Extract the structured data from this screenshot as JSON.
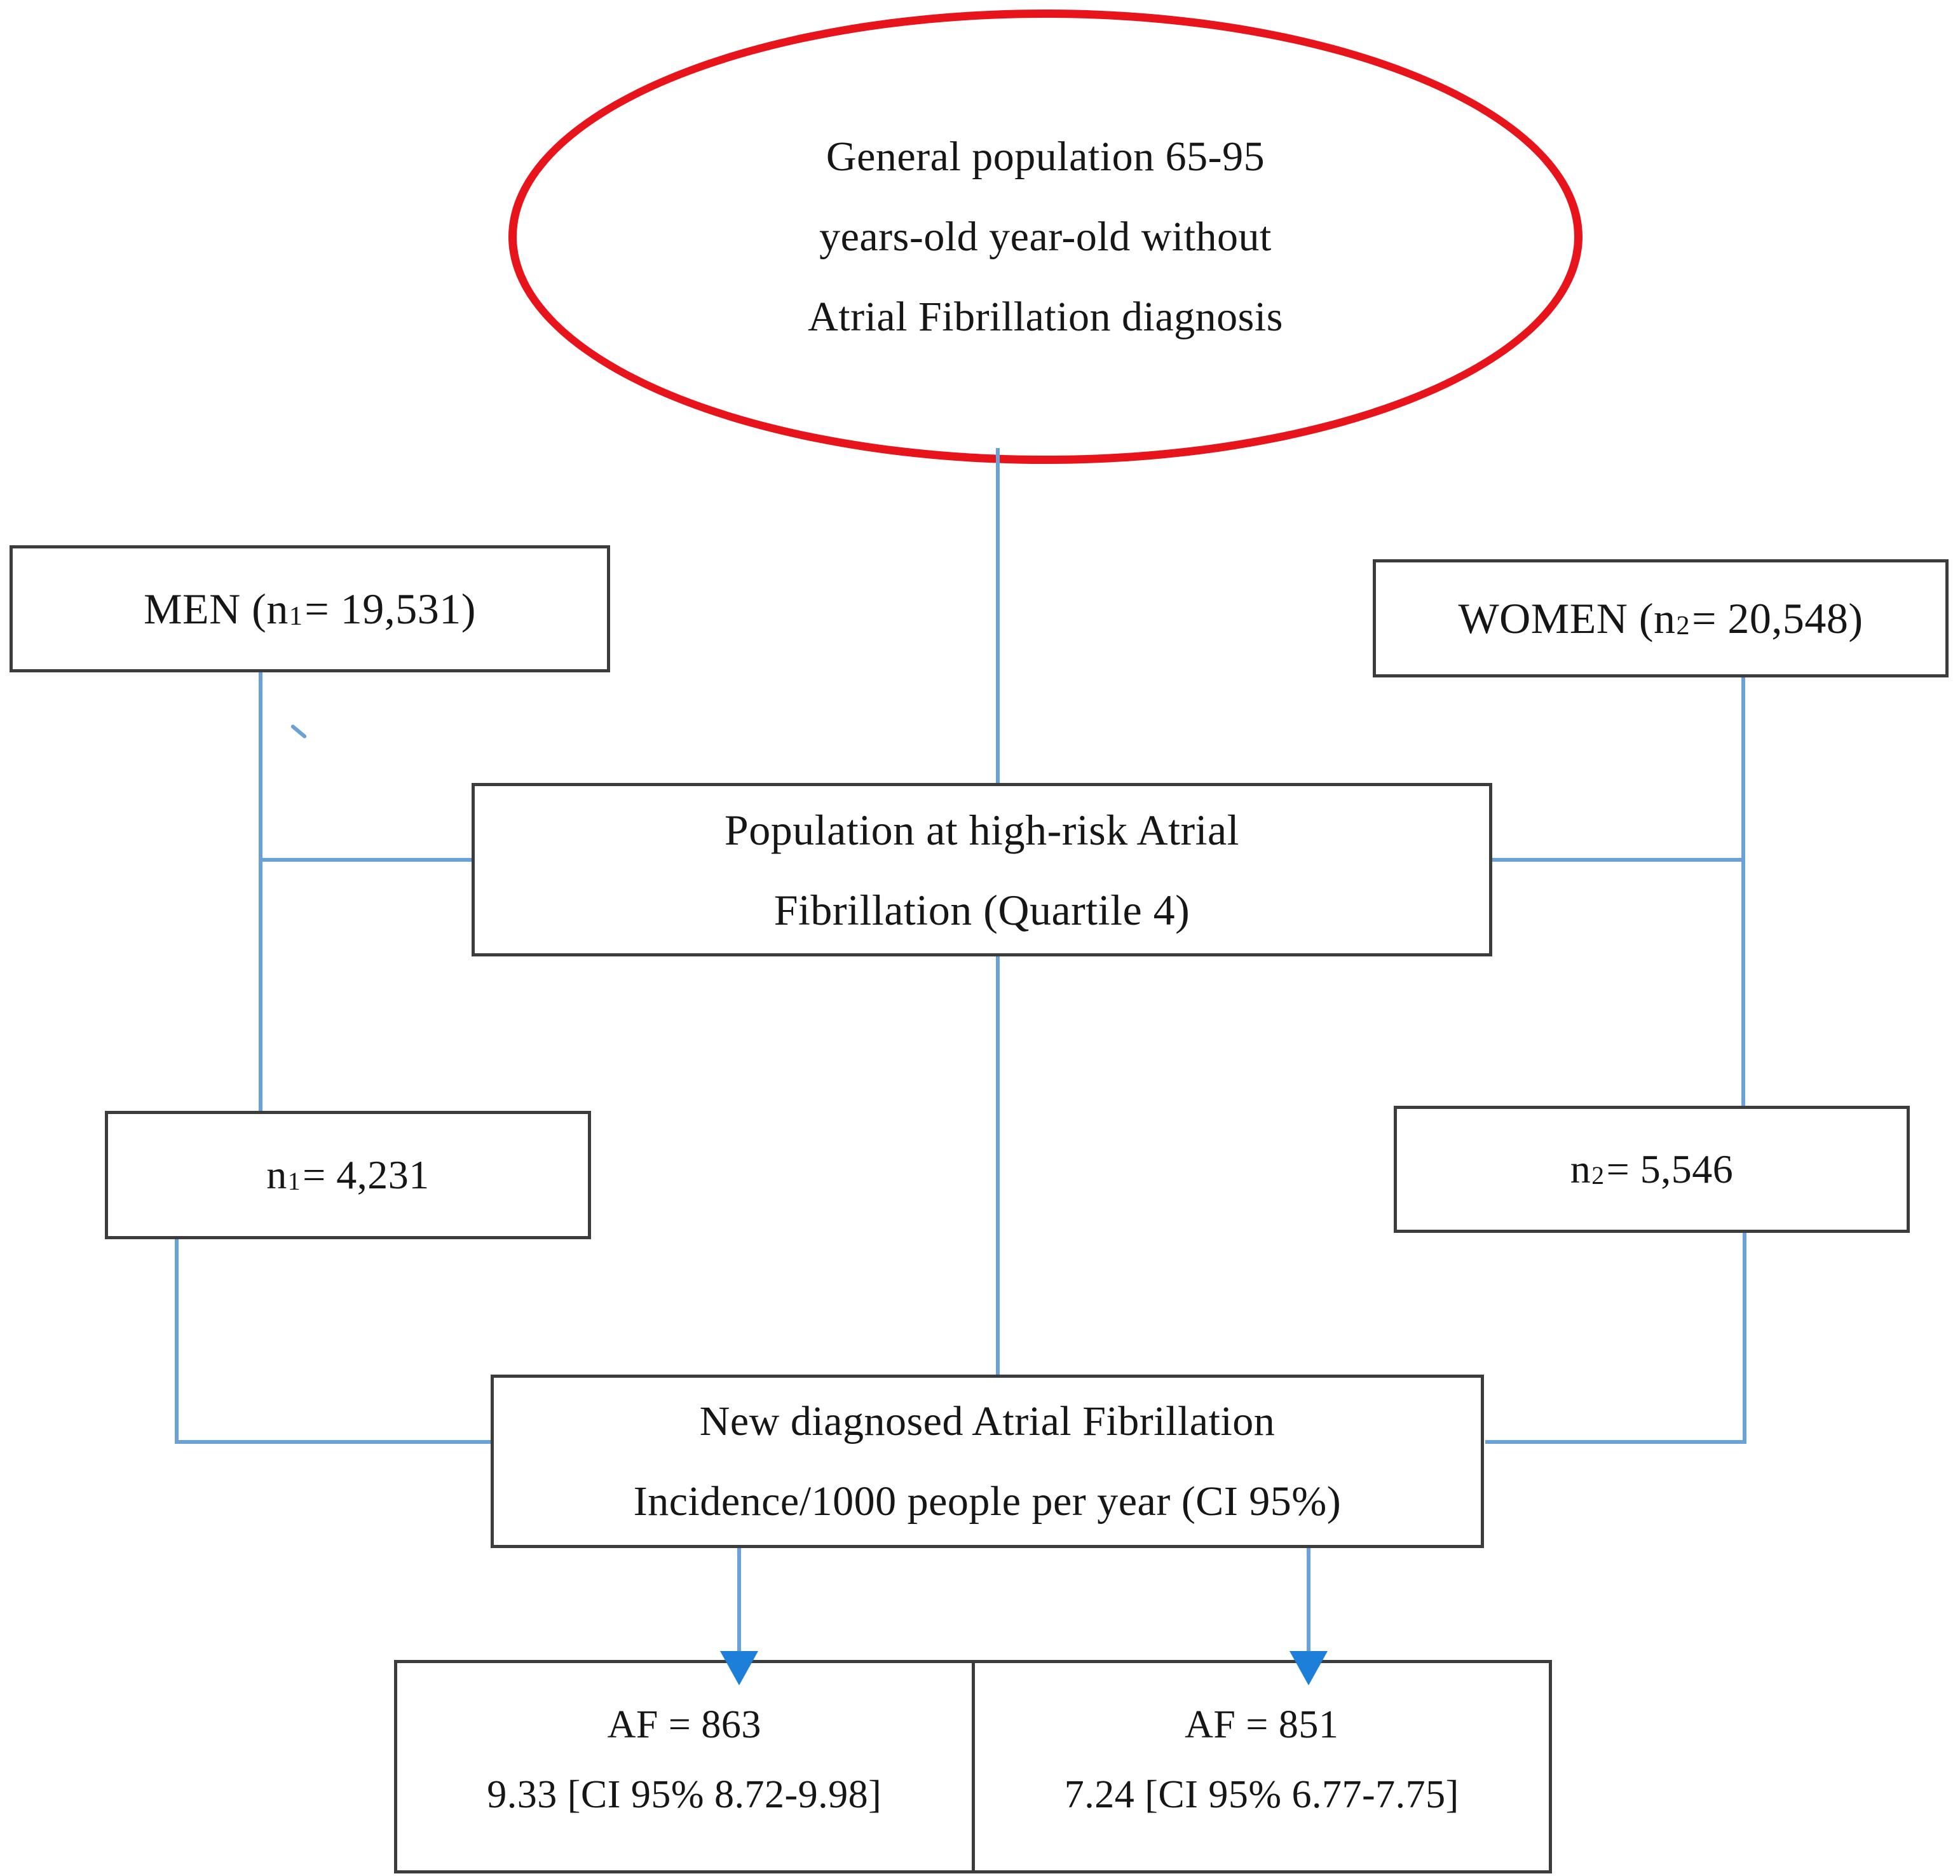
{
  "ellipse": {
    "lines": [
      "General population 65-95",
      "years-old year-old without",
      "Atrial Fibrillation diagnosis"
    ]
  },
  "boxes": {
    "men": {
      "pre": "MEN (n",
      "sub": "1",
      "post": "= 19,531)"
    },
    "women": {
      "pre": "WOMEN (n",
      "sub": "2",
      "post": "= 20,548)"
    },
    "high_risk": {
      "lines": [
        "Population at high-risk Atrial",
        "Fibrillation (Quartile 4)"
      ]
    },
    "n1": {
      "pre": "n",
      "sub": "1",
      "post": "= 4,231"
    },
    "n2": {
      "pre": "n",
      "sub": "2",
      "post": "= 5,546"
    },
    "incidence": {
      "lines": [
        "New diagnosed Atrial Fibrillation",
        "Incidence/1000 people per year (CI 95%)"
      ]
    },
    "af_men": {
      "lines": [
        "AF = 863",
        "9.33 [CI 95% 8.72-9.98]"
      ]
    },
    "af_women": {
      "lines": [
        "AF = 851",
        "7.24 [CI 95% 6.77-7.75]"
      ]
    }
  },
  "colors": {
    "ellipse_red": "#e8141c",
    "connector_blue": "#6aa2d8",
    "arrowhead_blue": "#1d7fd8",
    "box_border": "#3c3c3c",
    "text": "#161616"
  }
}
